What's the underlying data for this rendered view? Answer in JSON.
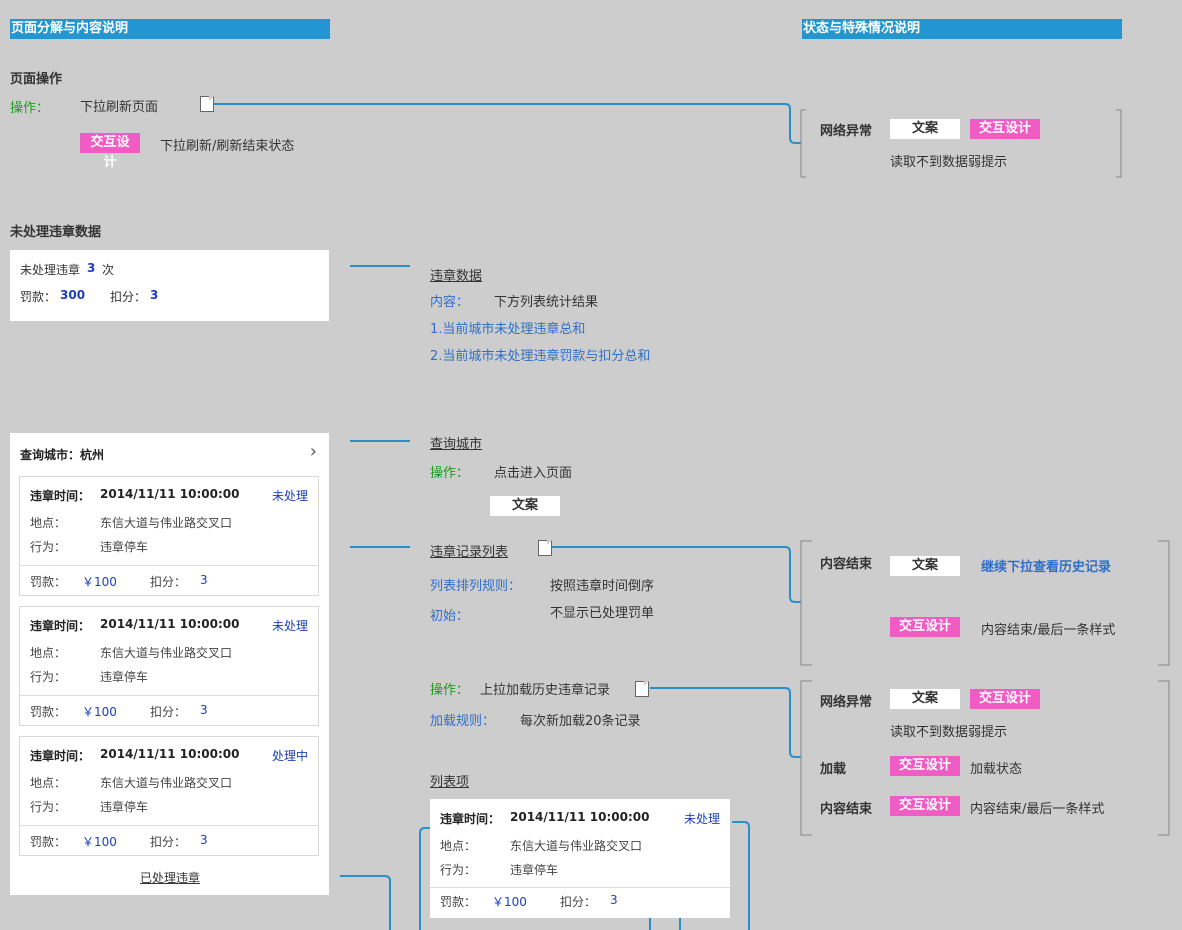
{
  "headers": {
    "left": "页面分解与内容说明",
    "right": "状态与特殊情况说明"
  },
  "page_ops": {
    "title": "页面操作",
    "op_label": "操作：",
    "op_text": "下拉刷新页面",
    "ix_label": "交互设计",
    "ix_text": "下拉刷新/刷新结束状态"
  },
  "net_error_1": {
    "label": "网络异常",
    "copy_label": "文案",
    "ix_label": "交互设计",
    "desc": "读取不到数据弱提示"
  },
  "unprocessed": {
    "title": "未处理违章数据",
    "card_count_label": "未处理违章",
    "card_count": "3",
    "card_count_unit": "次",
    "fine_label": "罚款：",
    "fine_value": "300",
    "points_label": "扣分：",
    "points_value": "3"
  },
  "violation_data": {
    "title": "违章数据",
    "content_label": "内容：",
    "content_text": "下方列表统计结果",
    "item1": "1.当前城市未处理违章总和",
    "item2": "2.当前城市未处理违章罚款与扣分总和"
  },
  "query_city": {
    "card_label": "查询城市：杭州",
    "chevron": "›",
    "title": "查询城市",
    "op_label": "操作：",
    "op_text": "点击进入页面",
    "copy_label": "文案"
  },
  "records": [
    {
      "time_label": "违章时间：",
      "time": "2014/11/11  10:00:00",
      "status": "未处理",
      "place_label": "地点：",
      "place": "东信大道与伟业路交叉口",
      "act_label": "行为：",
      "act": "违章停车",
      "fine_label": "罚款：",
      "fine": "￥100",
      "points_label": "扣分：",
      "points": "3"
    },
    {
      "time_label": "违章时间：",
      "time": "2014/11/11  10:00:00",
      "status": "未处理",
      "place_label": "地点：",
      "place": "东信大道与伟业路交叉口",
      "act_label": "行为：",
      "act": "违章停车",
      "fine_label": "罚款：",
      "fine": "￥100",
      "points_label": "扣分：",
      "points": "3"
    },
    {
      "time_label": "违章时间：",
      "time": "2014/11/11  10:00:00",
      "status": "处理中",
      "place_label": "地点：",
      "place": "东信大道与伟业路交叉口",
      "act_label": "行为：",
      "act": "违章停车",
      "fine_label": "罚款：",
      "fine": "￥100",
      "points_label": "扣分：",
      "points": "3"
    }
  ],
  "processed_link": "已处理违章",
  "record_list": {
    "title": "违章记录列表",
    "sort_label": "列表排列规则：",
    "sort_text": "按照违章时间倒序",
    "init_label": "初始：",
    "init_text": "不显示已处理罚单"
  },
  "content_end_1": {
    "label": "内容结束",
    "copy_label": "文案",
    "link": "继续下拉查看历史记录",
    "ix_label": "交互设计",
    "ix_text": "内容结束/最后一条样式"
  },
  "load_more": {
    "op_label": "操作：",
    "op_text": "上拉加载历史违章记录",
    "rule_label": "加载规则：",
    "rule_text": "每次新加载20条记录"
  },
  "net_error_2": {
    "label": "网络异常",
    "copy_label": "文案",
    "ix_label": "交互设计",
    "desc": "读取不到数据弱提示",
    "load_label": "加载",
    "load_ix": "交互设计",
    "load_text": "加载状态",
    "end_label": "内容结束",
    "end_ix": "交互设计",
    "end_text": "内容结束/最后一条样式"
  },
  "list_item": {
    "title": "列表项",
    "time_label": "违章时间：",
    "time": "2014/11/11  10:00:00",
    "status": "未处理",
    "place_label": "地点：",
    "place": "东信大道与伟业路交叉口",
    "act_label": "行为：",
    "act": "违章停车",
    "fine_label": "罚款：",
    "fine": "￥100",
    "points_label": "扣分：",
    "points": "3"
  },
  "colors": {
    "accent": "#2196d3",
    "pink": "#f05bc4",
    "background": "#cdcdcd"
  }
}
